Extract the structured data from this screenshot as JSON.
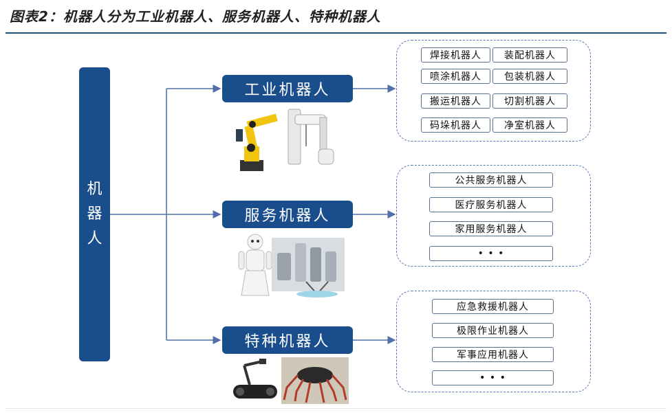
{
  "title": "图表2：机器人分为工业机器人、服务机器人、特种机器人",
  "root": {
    "chars": [
      "机",
      "器",
      "人"
    ]
  },
  "categories": [
    {
      "label": "工业机器人",
      "items": [
        "焊接机器人",
        "装配机器人",
        "喷涂机器人",
        "包装机器人",
        "搬运机器人",
        "切割机器人",
        "码垛机器人",
        "净室机器人"
      ]
    },
    {
      "label": "服务机器人",
      "items": [
        "公共服务机器人",
        "医疗服务机器人",
        "家用服务机器人",
        "• • •"
      ]
    },
    {
      "label": "特种机器人",
      "items": [
        "应急救援机器人",
        "极限作业机器人",
        "军事应用机器人",
        "• • •"
      ]
    }
  ],
  "colors": {
    "primary": "#1a4d8c",
    "connector": "#4f6fa8",
    "dashed_border": "#5a78b5"
  }
}
